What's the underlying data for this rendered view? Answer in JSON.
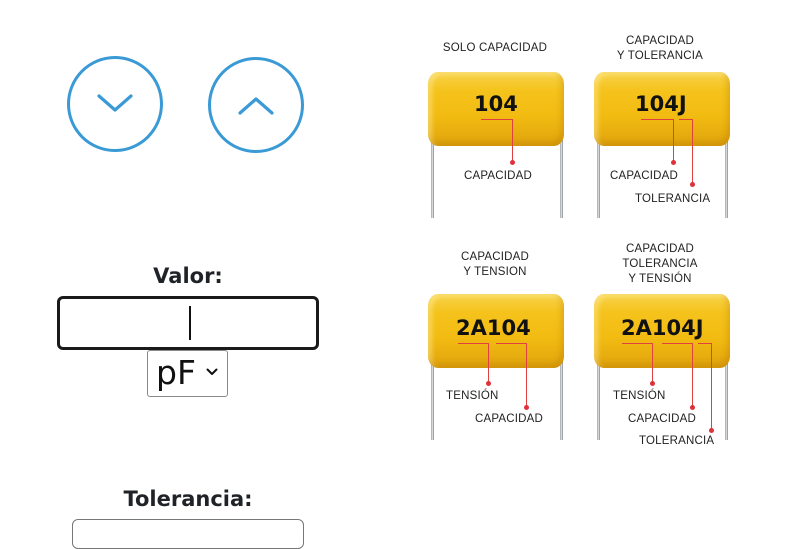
{
  "controls": {
    "decrement_icon": "chevron-down",
    "increment_icon": "chevron-up",
    "accent_color": "#3a9ad6"
  },
  "value_field": {
    "label": "Valor:",
    "value": "",
    "placeholder": ""
  },
  "unit_select": {
    "selected": "pF"
  },
  "tolerance_field": {
    "label": "Tolerancia:",
    "selected": ""
  },
  "capacitor_guide": {
    "panels": [
      {
        "title_lines": [
          "SOLO CAPACIDAD"
        ],
        "code": "104",
        "annotations": [
          "CAPACIDAD"
        ]
      },
      {
        "title_lines": [
          "CAPACIDAD",
          "Y TOLERANCIA"
        ],
        "code": "104J",
        "annotations": [
          "CAPACIDAD",
          "TOLERANCIA"
        ]
      },
      {
        "title_lines": [
          "CAPACIDAD",
          "Y TENSION"
        ],
        "code": "2A104",
        "annotations": [
          "TENSIÓN",
          "CAPACIDAD"
        ]
      },
      {
        "title_lines": [
          "CAPACIDAD",
          "TOLERANCIA",
          "Y TENSIÓN"
        ],
        "code": "2A104J",
        "annotations": [
          "TENSIÓN",
          "CAPACIDAD",
          "TOLERANCIA"
        ]
      }
    ],
    "body_color": "#f2bb12",
    "marker_color": "#e0303a"
  }
}
